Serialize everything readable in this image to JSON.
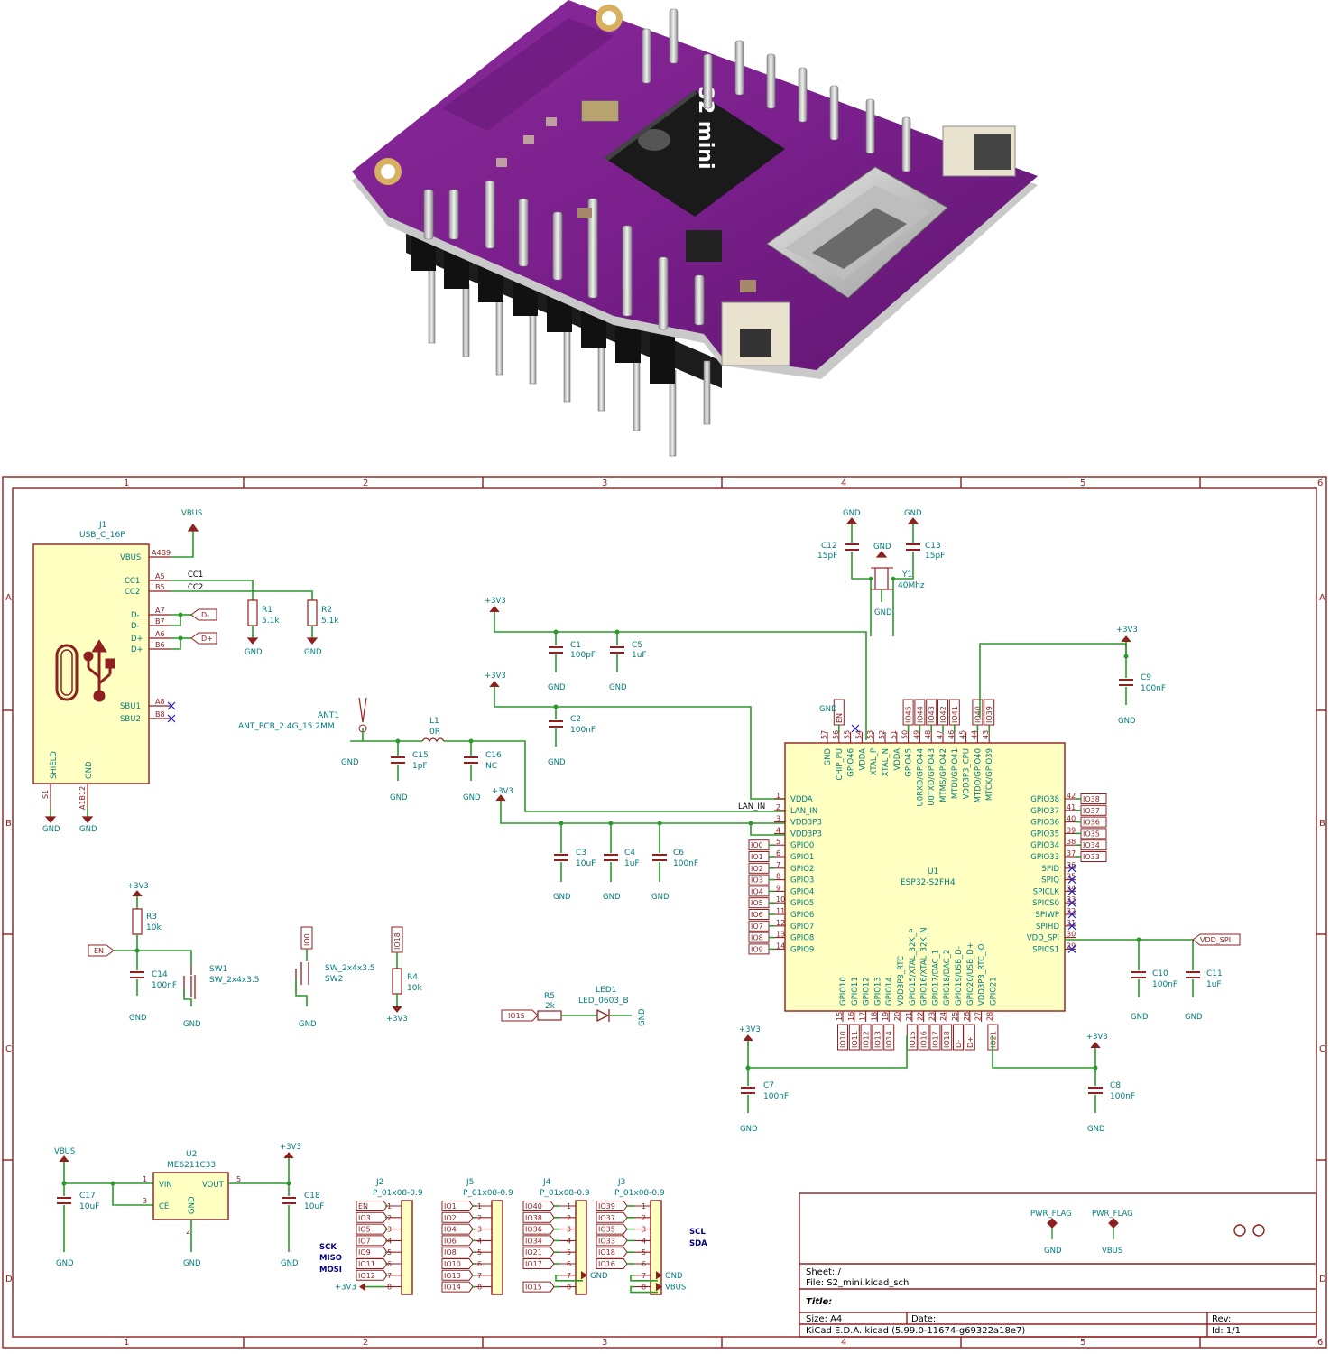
{
  "board": {
    "silkscreen_label": "S2 mini"
  },
  "frame": {
    "columns": [
      "1",
      "2",
      "3",
      "4",
      "5",
      "6"
    ],
    "rows": [
      "A",
      "B",
      "C",
      "D"
    ]
  },
  "usb": {
    "ref": "J1",
    "value": "USB_C_16P",
    "vbus_net": "VBUS",
    "pins_left": [
      "VBUS",
      "CC1",
      "CC2",
      "D-",
      "D-",
      "D+",
      "D+",
      "SBU1",
      "SBU2"
    ],
    "pins_num": [
      "A4B9",
      "A5",
      "B5",
      "A7",
      "B7",
      "A6",
      "B6",
      "A8",
      "B8"
    ],
    "cc1_net": "CC1",
    "cc2_net": "CC2",
    "dminus_label": "D-",
    "dplus_label": "D+",
    "shield_label": "SHIELD",
    "gnd_label": "GND",
    "s1": "S1",
    "a1b12": "A1B12"
  },
  "r1": {
    "ref": "R1",
    "value": "5.1k"
  },
  "r2": {
    "ref": "R2",
    "value": "5.1k"
  },
  "nets": {
    "gnd": "GND",
    "p3v3": "+3V3",
    "vbus": "VBUS",
    "en": "EN",
    "vdd_spi": "VDD_SPI",
    "lan_in": "LAN_IN",
    "nc_cap": "NC"
  },
  "xtal": {
    "c12_ref": "C12",
    "c12_val": "15pF",
    "c13_ref": "C13",
    "c13_val": "15pF",
    "y1_ref": "Y1",
    "y1_val": "40Mhz"
  },
  "caps": {
    "c1": [
      "C1",
      "100pF"
    ],
    "c5": [
      "C5",
      "1uF"
    ],
    "c2": [
      "C2",
      "100nF"
    ],
    "c3": [
      "C3",
      "10uF"
    ],
    "c4": [
      "C4",
      "1uF"
    ],
    "c6": [
      "C6",
      "100nF"
    ],
    "c9": [
      "C9",
      "100nF"
    ],
    "c10": [
      "C10",
      "100nF"
    ],
    "c11": [
      "C11",
      "1uF"
    ],
    "c7": [
      "C7",
      "100nF"
    ],
    "c8": [
      "C8",
      "100nF"
    ],
    "c14": [
      "C14",
      "100nF"
    ],
    "c15": [
      "C15",
      "1pF"
    ],
    "c16": [
      "C16",
      "NC"
    ],
    "c17": [
      "C17",
      "10uF"
    ],
    "c18": [
      "C18",
      "10uF"
    ]
  },
  "ant": {
    "ref": "ANT1",
    "value": "ANT_PCB_2.4G_15.2MM",
    "l1_ref": "L1",
    "l1_val": "0R"
  },
  "mcu": {
    "ref": "U1",
    "value": "ESP32-S2FH4",
    "left_pins": [
      "VDDA",
      "LAN_IN",
      "VDD3P3",
      "VDD3P3",
      "GPIO0",
      "GPIO1",
      "GPIO2",
      "GPIO3",
      "GPIO4",
      "GPIO5",
      "GPIO6",
      "GPIO7",
      "GPIO8",
      "GPIO9"
    ],
    "left_nums": [
      "1",
      "2",
      "3",
      "4",
      "5",
      "6",
      "7",
      "8",
      "9",
      "10",
      "11",
      "12",
      "13",
      "14"
    ],
    "left_labels": [
      "IO0",
      "IO1",
      "IO2",
      "IO3",
      "IO4",
      "IO5",
      "IO6",
      "IO7",
      "IO8",
      "IO9"
    ],
    "right_pins": [
      "GPIO38",
      "GPIO37",
      "GPIO36",
      "GPIO35",
      "GPIO34",
      "GPIO33",
      "SPID",
      "SPIQ",
      "SPICLK",
      "SPICS0",
      "SPIWP",
      "SPIHD",
      "VDD_SPI",
      "SPICS1"
    ],
    "right_nums": [
      "42",
      "41",
      "40",
      "39",
      "38",
      "37",
      "36",
      "35",
      "34",
      "33",
      "32",
      "31",
      "30",
      "29"
    ],
    "right_labels": [
      "IO38",
      "IO37",
      "IO36",
      "IO35",
      "IO34",
      "IO33"
    ],
    "top_pins": [
      "GND",
      "CHIP_PU",
      "GPIO46",
      "VDDA",
      "XTAL_P",
      "XTAL_N",
      "VDDA",
      "GPIO45",
      "U0RXD/GPIO44",
      "U0TXD/GPIO43",
      "MTMS/GPIO42",
      "MTDI/GPIO41",
      "VDD3P3_CPU",
      "MTDO/GPIO40",
      "MTCK/GPIO39"
    ],
    "top_nums": [
      "57",
      "56",
      "55",
      "54",
      "53",
      "52",
      "51",
      "50",
      "49",
      "48",
      "47",
      "46",
      "45",
      "44",
      "43"
    ],
    "top_labels": [
      "EN",
      "IO45",
      "IO44",
      "IO43",
      "IO42",
      "IO41",
      "IO40",
      "IO39"
    ],
    "bottom_pins": [
      "GPIO10",
      "GPIO11",
      "GPIO12",
      "GPIO13",
      "GPIO14",
      "VDD3P3_RTC",
      "GPIO15/XTAL_32K_P",
      "GPIO16/XTAL_32K_N",
      "GPIO17/DAC_1",
      "GPIO18/DAC_2",
      "GPIO19/USB_D-",
      "GPIO20/USB_D+",
      "VDD3P3_RTC_IO",
      "GPIO21"
    ],
    "bottom_nums": [
      "15",
      "16",
      "17",
      "18",
      "19",
      "20",
      "21",
      "22",
      "23",
      "24",
      "25",
      "26",
      "27",
      "28"
    ],
    "bottom_labels": [
      "IO10",
      "IO11",
      "IO12",
      "IO13",
      "IO14",
      "IO15",
      "IO16",
      "IO17",
      "IO18",
      "D-",
      "D+",
      "IO21"
    ]
  },
  "reset": {
    "r3": [
      "R3",
      "10k"
    ],
    "sw1": [
      "SW1",
      "SW_2x4x3.5"
    ]
  },
  "boot": {
    "sw2_val": "SW_2x4x3.5",
    "sw2_ref": "SW2",
    "io0": "IO0",
    "io18": "IO18",
    "r4": [
      "R4",
      "10k"
    ]
  },
  "led": {
    "r5": [
      "R5",
      "2k"
    ],
    "led": [
      "LED1",
      "LED_0603_B"
    ],
    "net": "IO15"
  },
  "reg": {
    "ref": "U2",
    "value": "ME6211C33",
    "vin": "VIN",
    "vout": "VOUT",
    "ce": "CE",
    "gnd": "GND",
    "p1": "1",
    "p3": "3",
    "p5": "5",
    "p2": "2"
  },
  "headers": {
    "j2": {
      "ref": "J2",
      "value": "P_01x08-0.9",
      "nets": [
        "EN",
        "IO3",
        "IO5",
        "IO7",
        "IO9",
        "IO11",
        "IO12"
      ],
      "last": "+3V3"
    },
    "j5": {
      "ref": "J5",
      "value": "P_01x08-0.9",
      "nets": [
        "IO1",
        "IO2",
        "IO4",
        "IO6",
        "IO8",
        "IO10",
        "IO13",
        "IO14"
      ]
    },
    "j4": {
      "ref": "J4",
      "value": "P_01x08-0.9",
      "nets": [
        "IO40",
        "IO38",
        "IO36",
        "IO34",
        "IO21",
        "IO17",
        "GND",
        "IO15"
      ]
    },
    "j3": {
      "ref": "J3",
      "value": "P_01x08-0.9",
      "nets": [
        "IO39",
        "IO37",
        "IO35",
        "IO33",
        "IO18",
        "IO16",
        "GND",
        "VBUS"
      ]
    },
    "side_left": [
      "SCK",
      "MISO",
      "MOSI"
    ],
    "side_right": [
      "SCL",
      "SDA"
    ]
  },
  "title_block": {
    "pwr1": "PWR_FLAG",
    "pwr2": "PWR_FLAG",
    "pwr1_net": "GND",
    "pwr2_net": "VBUS",
    "sheet": "Sheet: /",
    "file": "File: S2_mini.kicad_sch",
    "title": "Title:",
    "size": "Size: A4",
    "date": "Date:",
    "rev": "Rev:",
    "tool": "KiCad E.D.A.  kicad (5.99.0-11674-g69322a18e7)",
    "id": "Id: 1/1"
  }
}
